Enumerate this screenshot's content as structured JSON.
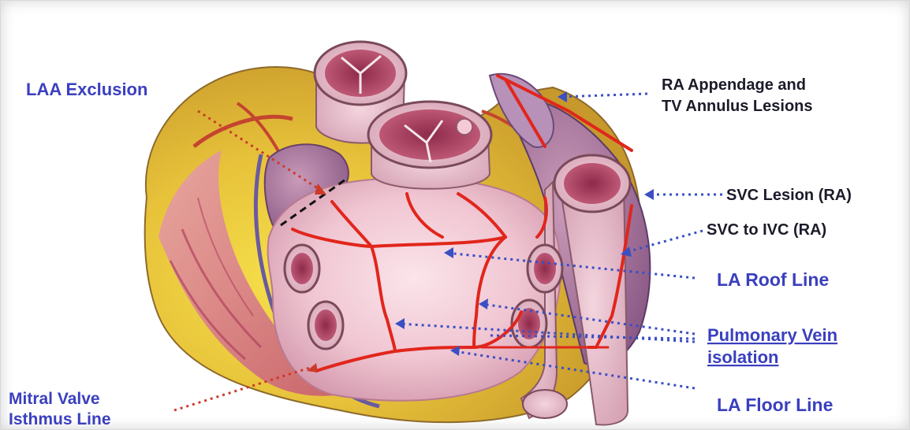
{
  "labels": {
    "laa_exclusion": "LAA Exclusion",
    "ra_appendage_line1": "RA Appendage and",
    "ra_appendage_line2": "TV Annulus Lesions",
    "svc_lesion": "SVC Lesion (RA)",
    "svc_to_ivc": "SVC to IVC  (RA)",
    "la_roof_line": "LA Roof Line",
    "pulmonary_vein_line1": "Pulmonary Vein",
    "pulmonary_vein_line2": "isolation",
    "la_floor_line": "LA Floor Line",
    "mitral_valve_line1": "Mitral Valve",
    "mitral_valve_line2": "Isthmus Line"
  },
  "colors": {
    "blue_label": "#3a3fbf",
    "dark_label": "#1b1b2a",
    "lesion_red": "#e1261c",
    "pointer_blue": "#3b4fc4",
    "pointer_red": "#cc3a2a"
  }
}
